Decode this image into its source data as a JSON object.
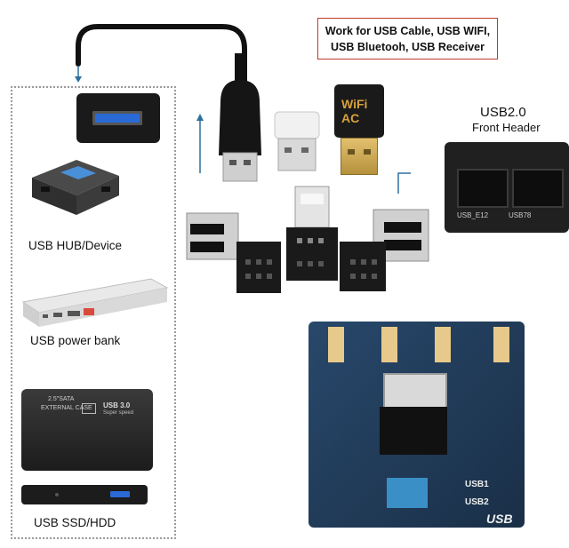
{
  "callout": {
    "line1": "Work for USB Cable, USB WIFI,",
    "line2": "USB Bluetooh, USB Receiver"
  },
  "header_label": {
    "title": "USB2.0",
    "subtitle": "Front Header"
  },
  "devices": [
    {
      "label": "USB HUB/Device"
    },
    {
      "label": "USB power bank"
    },
    {
      "label": "USB SSD/HDD"
    }
  ],
  "wifi_dongle": {
    "text": "WiFi AC"
  },
  "hdd_case": {
    "line1": "2.5\"SATA",
    "line2": "EXTERNAL CASE",
    "badge": "USB 3.0",
    "sub": "Super speed"
  },
  "board_labels": {
    "header1": "USB_E12",
    "header2": "USB78",
    "port1": "USB1",
    "port2": "USB2",
    "silk": "USB"
  },
  "colors": {
    "callout_border": "#c0392b",
    "arrow": "#2e6f9e",
    "cable": "#111111",
    "board": "#1f3b5a"
  }
}
